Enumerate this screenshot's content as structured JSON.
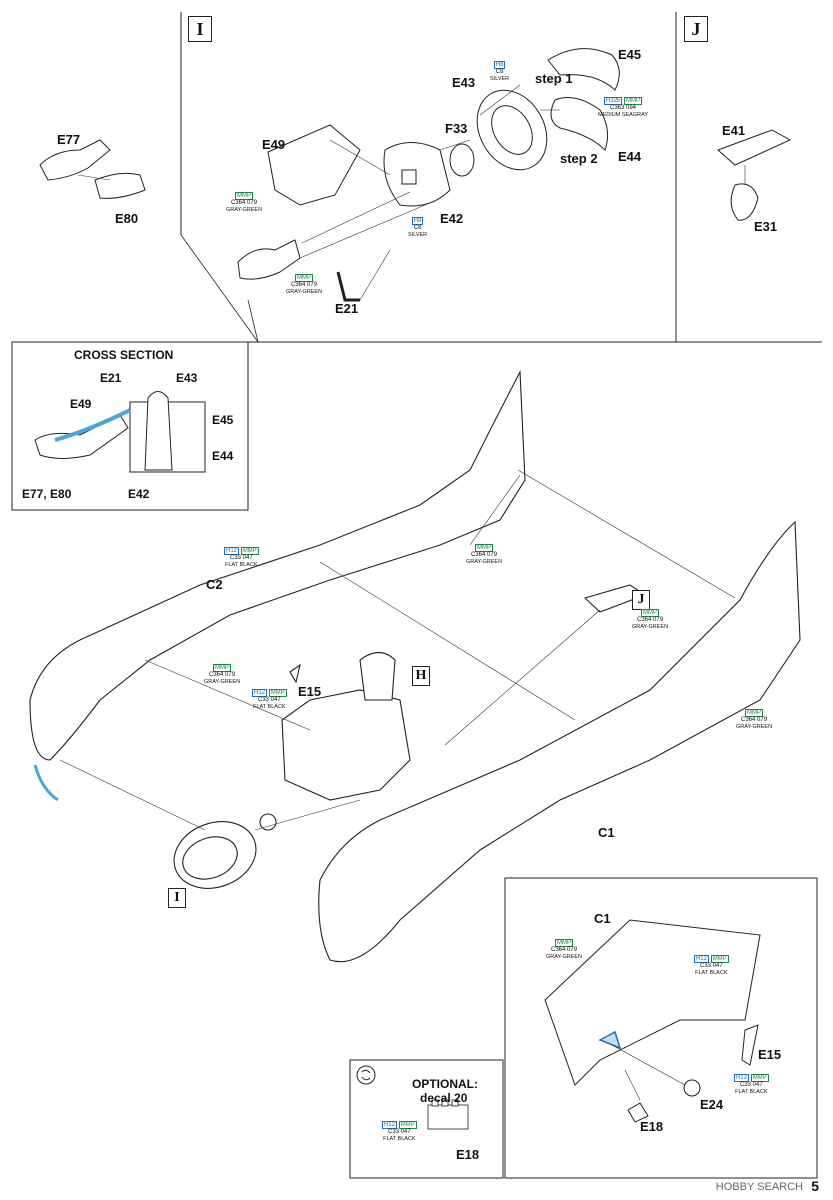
{
  "page_number": "5",
  "watermark": "HOBBY SEARCH",
  "steps": {
    "i": "I",
    "j": "J",
    "h": "H"
  },
  "panel_i": {
    "labels": {
      "e45": "E45",
      "e43": "E43",
      "step1": "step 1",
      "f33": "F33",
      "step2": "step 2",
      "e44": "E44",
      "e49": "E49",
      "e77": "E77",
      "e80": "E80",
      "e42": "E42",
      "e21": "E21"
    },
    "paints": {
      "silver_top": {
        "h": "H8",
        "m": "C8",
        "name": "SILVER"
      },
      "seagray": {
        "h": "H325",
        "m": "MMP",
        "c": "C363 094",
        "name": "MEDIUM SEAGRAY"
      },
      "graygreen_e49": {
        "m": "MMP",
        "c": "C364 079",
        "name": "GRAY-GREEN"
      },
      "silver_e42": {
        "h": "H8",
        "m": "C8",
        "name": "SILVER"
      },
      "graygreen_e77": {
        "m": "MMP",
        "c": "C364 079",
        "name": "GRAY-GREEN"
      }
    }
  },
  "panel_j": {
    "labels": {
      "e41": "E41",
      "e31": "E31"
    }
  },
  "cross_section": {
    "title": "CROSS SECTION",
    "labels": {
      "e21": "E21",
      "e43": "E43",
      "e49": "E49",
      "e45": "E45",
      "e44": "E44",
      "e77_e80": "E77, E80",
      "e42": "E42"
    }
  },
  "main": {
    "labels": {
      "c2": "C2",
      "e15": "E15",
      "c1": "C1"
    },
    "paints": {
      "flatblack_top": {
        "h": "H12",
        "m": "MMP",
        "c": "C33 047",
        "name": "FLAT BLACK"
      },
      "graygreen_tail": {
        "m": "MMP",
        "c": "C364 079",
        "name": "GRAY-GREEN"
      },
      "graygreen_j": {
        "m": "MMP",
        "c": "C364 079",
        "name": "GRAY-GREEN"
      },
      "graygreen_c2": {
        "m": "MMP",
        "c": "C364 079",
        "name": "GRAY-GREEN"
      },
      "flatblack_e15": {
        "h": "H12",
        "m": "MMP",
        "c": "C33 047",
        "name": "FLAT BLACK"
      },
      "graygreen_right": {
        "m": "MMP",
        "c": "C364 079",
        "name": "GRAY-GREEN"
      }
    }
  },
  "detail": {
    "labels": {
      "c1": "C1",
      "e15": "E15",
      "e24": "E24",
      "e18": "E18"
    },
    "paints": {
      "graygreen": {
        "m": "MMP",
        "c": "C364 079",
        "name": "GRAY-GREEN"
      },
      "flatblack_a": {
        "h": "H12",
        "m": "MMP",
        "c": "C33 047",
        "name": "FLAT BLACK"
      },
      "flatblack_b": {
        "h": "H12",
        "m": "MMP",
        "c": "C33 047",
        "name": "FLAT BLACK"
      }
    }
  },
  "optional": {
    "title_line1": "OPTIONAL:",
    "title_line2": "decal 20",
    "e18": "E18",
    "paint": {
      "h": "H12",
      "m": "MMP",
      "c": "C33 047",
      "name": "FLAT BLACK"
    }
  }
}
